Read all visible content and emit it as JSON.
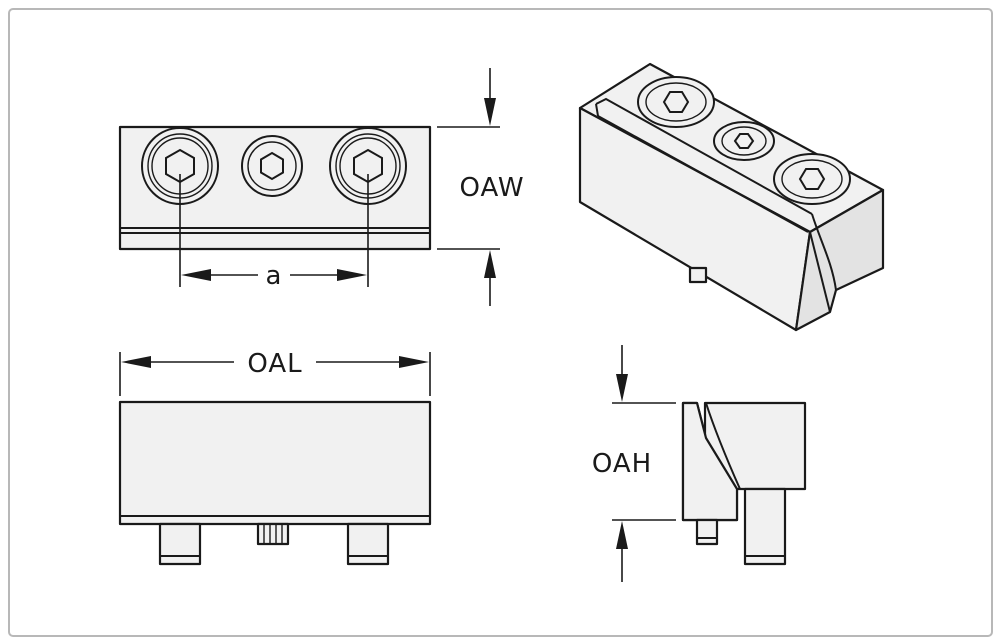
{
  "dimensions": {
    "width_label": "OAW",
    "pitch_label": "a",
    "length_label": "OAL",
    "height_label": "OAH"
  },
  "views": [
    "top-view",
    "isometric-view",
    "front-view",
    "side-view"
  ],
  "colors": {
    "line": "#1a1a1a",
    "fill": "#f1f1f1",
    "frame": "#b8b8b8"
  }
}
